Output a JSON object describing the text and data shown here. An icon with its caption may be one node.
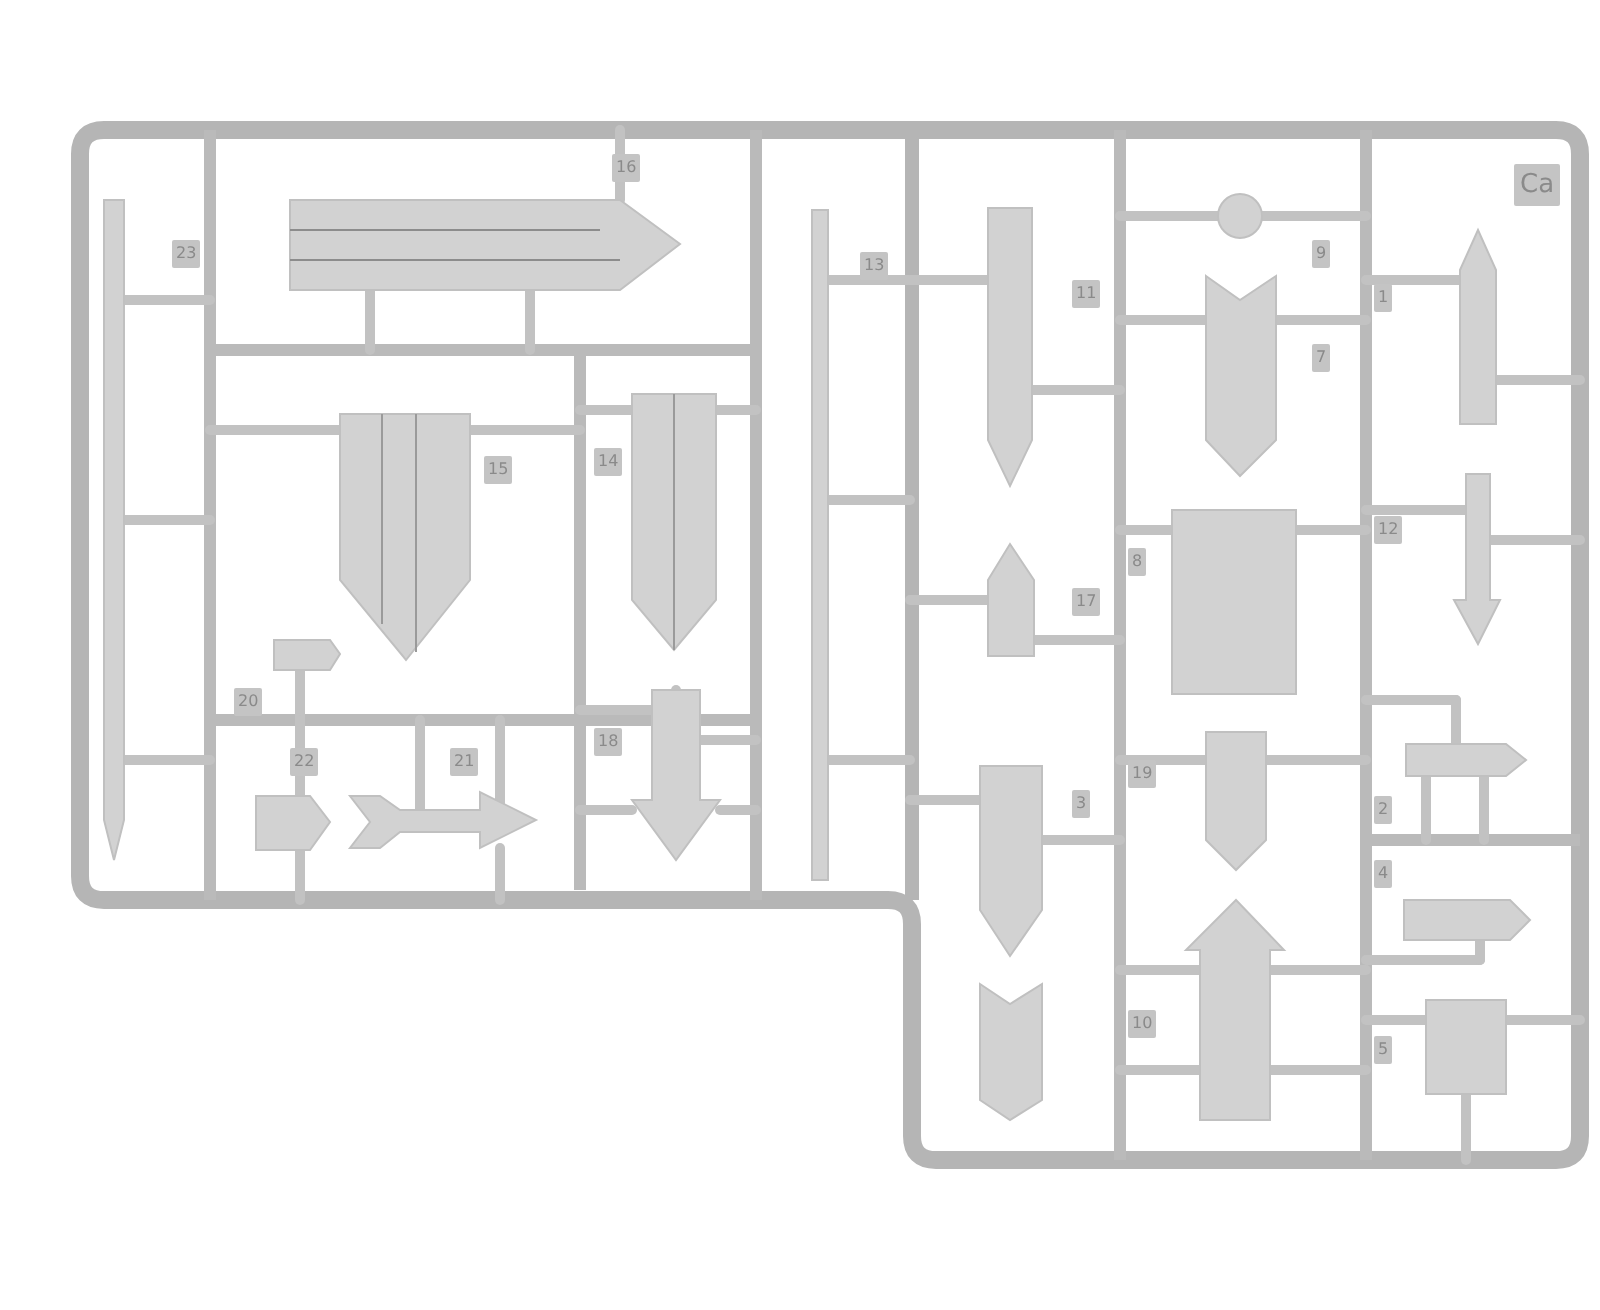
{
  "diagram": {
    "labels": [
      "Ca",
      "16",
      "23",
      "13",
      "11",
      "9",
      "7",
      "1",
      "15",
      "14",
      "12",
      "8",
      "17",
      "20",
      "22",
      "21",
      "18",
      "19",
      "3",
      "2",
      "4",
      "10",
      "5"
    ]
  }
}
